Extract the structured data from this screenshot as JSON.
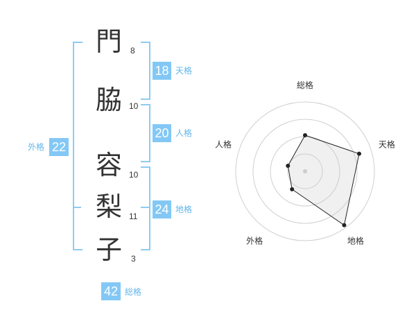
{
  "name": {
    "characters": [
      {
        "char": "門",
        "strokes": "8"
      },
      {
        "char": "脇",
        "strokes": "10"
      },
      {
        "char": "容",
        "strokes": "10"
      },
      {
        "char": "梨",
        "strokes": "11"
      },
      {
        "char": "子",
        "strokes": "3"
      }
    ]
  },
  "fortune": {
    "tenkaku": {
      "value": "18",
      "label": "天格"
    },
    "jinkaku": {
      "value": "20",
      "label": "人格"
    },
    "chikaku": {
      "value": "24",
      "label": "地格"
    },
    "gaikaku": {
      "value": "22",
      "label": "外格"
    },
    "soukaku": {
      "value": "42",
      "label": "総格"
    }
  },
  "colors": {
    "accent": "#83c8f5",
    "bracket": "#8ecaf2",
    "label": "#63b6ea"
  },
  "chart_data": {
    "type": "radar",
    "axes": [
      "総格",
      "天格",
      "地格",
      "外格",
      "人格"
    ],
    "values": [
      0.52,
      0.82,
      0.96,
      0.32,
      0.26
    ],
    "max": 1,
    "rings": 4
  }
}
